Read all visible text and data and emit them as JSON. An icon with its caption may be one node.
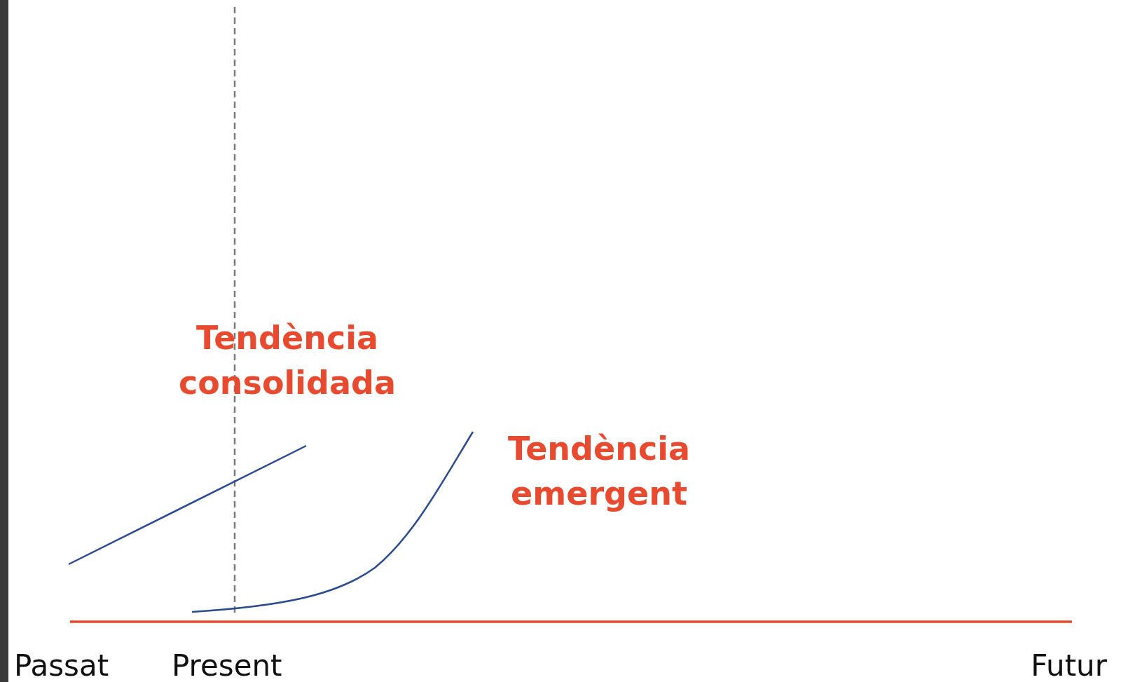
{
  "diagram": {
    "labels": [
      "Tendència consolidada",
      "Tendència emergent",
      "Passat",
      "Present",
      "Futur"
    ]
  }
}
